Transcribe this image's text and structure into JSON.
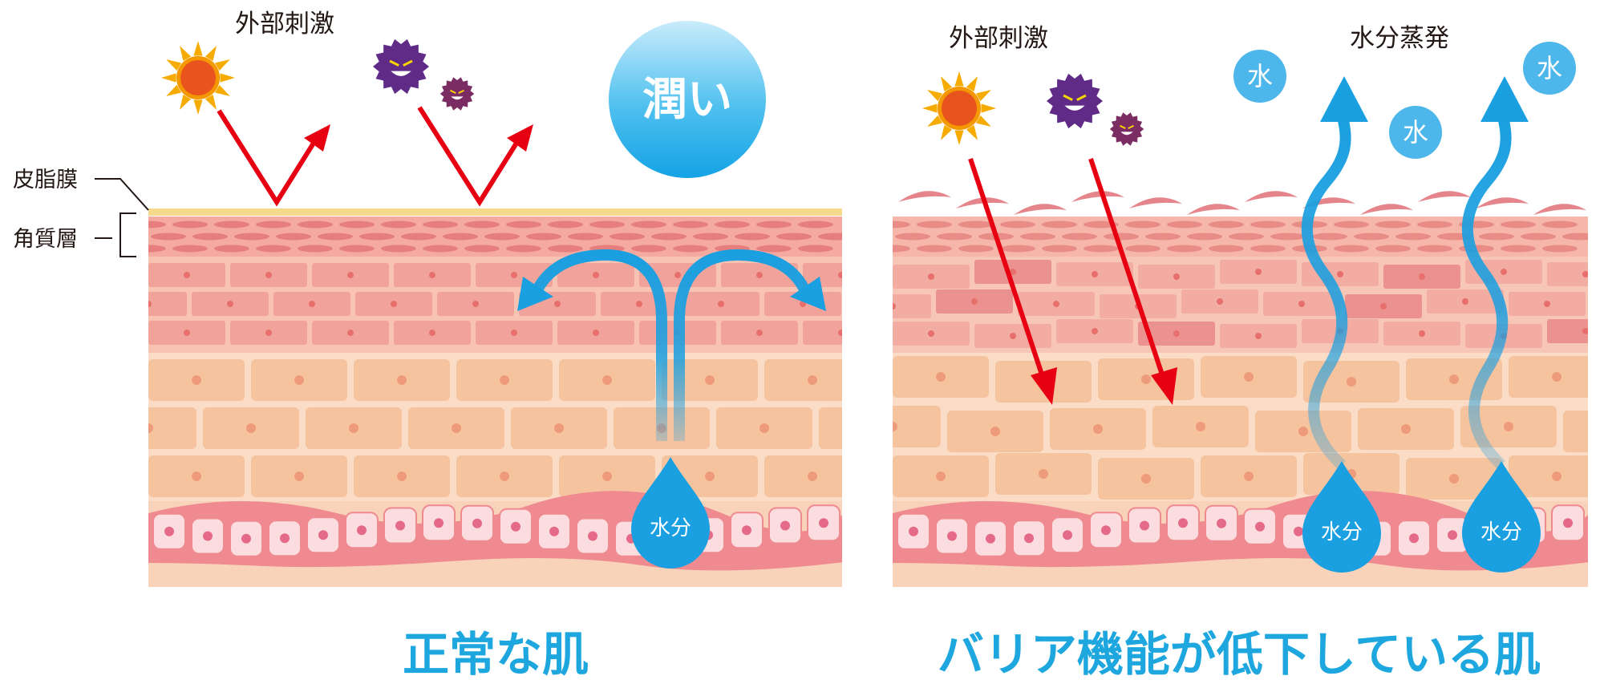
{
  "left_panel": {
    "caption": "正常な肌",
    "external_label": "外部刺激",
    "moisture_badge": "潤い",
    "water_drop_label": "水分",
    "sebum_label": "皮脂膜",
    "stratum_label": "角質層"
  },
  "right_panel": {
    "caption": "バリア機能が低下している肌",
    "external_label": "外部刺激",
    "evaporation_label": "水分蒸発",
    "water_bubble_label": "水",
    "water_drop_label": "水分"
  },
  "icons": {
    "sun": "sun-icon",
    "germ_large": "germ-icon",
    "germ_small": "germ-icon",
    "arrow": "arrow-icon",
    "drop": "water-drop-icon"
  },
  "colors": {
    "caption_blue": "#1ea7df",
    "water_blue": "#1a9fe0",
    "arrow_red": "#e60012",
    "sun_orange": "#f39800",
    "sun_core": "#e9541e",
    "germ_purple": "#6a2c8e",
    "sebum_yellow": "#f7d98b",
    "skin_peach": "#f9d3b9"
  }
}
